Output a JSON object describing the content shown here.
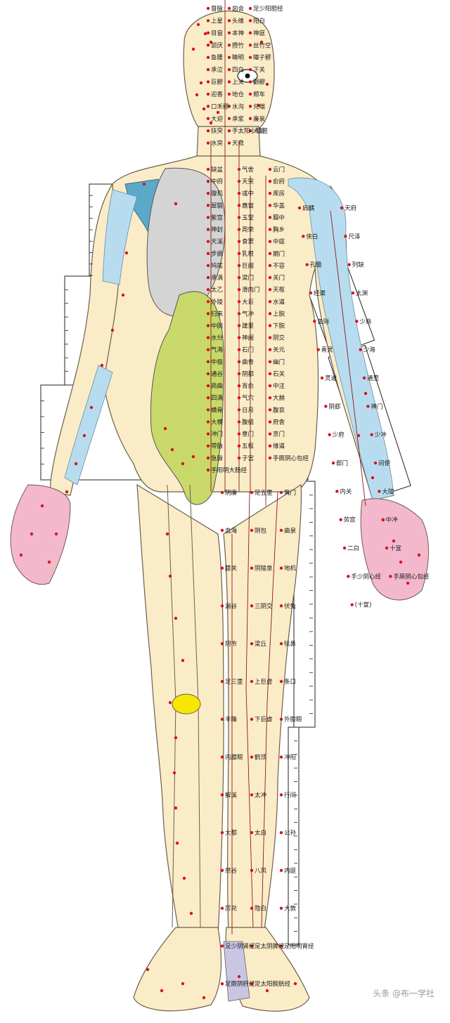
{
  "labels": {
    "head": [
      "督脉",
      "囟会",
      "足少阳胆经",
      "上星",
      "头维",
      "阳白",
      "目窗",
      "本神",
      "神庭",
      "颔厌",
      "攒竹",
      "丝竹空",
      "鱼腰",
      "睛明",
      "瞳子髎",
      "承泣",
      "四白",
      "下关",
      "巨髎",
      "上关",
      "颧髎",
      "迎香",
      "地仓",
      "颊车",
      "口禾髎",
      "水沟",
      "兑端",
      "大迎",
      "承浆",
      "廉泉",
      "扶突",
      "手太阳小肠经",
      "人迎",
      "水突",
      "天鼎"
    ],
    "trunk": [
      "缺盆",
      "气舍",
      "云门",
      "中府",
      "天突",
      "俞府",
      "璇玑",
      "彧中",
      "库房",
      "屋翳",
      "膺窗",
      "华盖",
      "紫宫",
      "玉堂",
      "膻中",
      "神封",
      "周荣",
      "胸乡",
      "天溪",
      "食窦",
      "中庭",
      "步廊",
      "乳根",
      "期门",
      "鸠尾",
      "巨阙",
      "不容",
      "承满",
      "梁门",
      "关门",
      "太乙",
      "滑肉门",
      "天枢",
      "外陵",
      "大巨",
      "水道",
      "归来",
      "气冲",
      "上脘",
      "中脘",
      "建里",
      "下脘",
      "水分",
      "神阙",
      "阴交",
      "气海",
      "石门",
      "关元",
      "中极",
      "曲骨",
      "幽门",
      "通谷",
      "阴都",
      "石关",
      "商曲",
      "肓俞",
      "中注",
      "四满",
      "气穴",
      "大赫",
      "横骨",
      "日月",
      "腹哀",
      "大横",
      "腹结",
      "府舍",
      "冲门",
      "章门",
      "京门",
      "带脉",
      "五枢",
      "维道",
      "急脉",
      "子宫",
      "手厥阴心包经",
      "手阳明大肠经"
    ],
    "arm": [
      "肩髃",
      "天府",
      "侠白",
      "尺泽",
      "孔最",
      "列缺",
      "经渠",
      "太渊",
      "鱼际",
      "少商",
      "青灵",
      "少海",
      "灵道",
      "通里",
      "阴郄",
      "神门",
      "少府",
      "少冲",
      "郄门",
      "间使",
      "内关",
      "大陵",
      "劳宫",
      "中冲",
      "二白",
      "十宣",
      "手少阴心经",
      "手厥阴心包经",
      "(十宣)"
    ],
    "leg": [
      "阴廉",
      "足五里",
      "箕门",
      "血海",
      "阴包",
      "曲泉",
      "膝关",
      "阴陵泉",
      "地机",
      "漏谷",
      "三阴交",
      "伏兔",
      "阴市",
      "梁丘",
      "犊鼻",
      "足三里",
      "上巨虚",
      "条口",
      "丰隆",
      "下巨虚",
      "外膝眼",
      "内膝眼",
      "鹤顶",
      "冲阳",
      "解溪",
      "太冲",
      "行间",
      "大都",
      "太白",
      "公孙",
      "然谷",
      "八风",
      "内庭",
      "厉兑",
      "隐白",
      "大敦",
      "足少阴肾经",
      "足太阴脾经",
      "足阳明胃经",
      "足厥阴肝经",
      "足太阳膀胱经"
    ]
  },
  "watermark": "头条 @布一学社",
  "colors": {
    "skin": "#fbecc8",
    "outline": "#6b5f4e",
    "bone": "#d4d4d4",
    "intestine": "#c8d96a",
    "scapula": "#5aa9c9",
    "arm_meridian": "#b8dcef",
    "hand": "#f4b8cc",
    "patella": "#f6e600",
    "point": "#d7141c",
    "meridian_line": "#8a1a1a"
  }
}
